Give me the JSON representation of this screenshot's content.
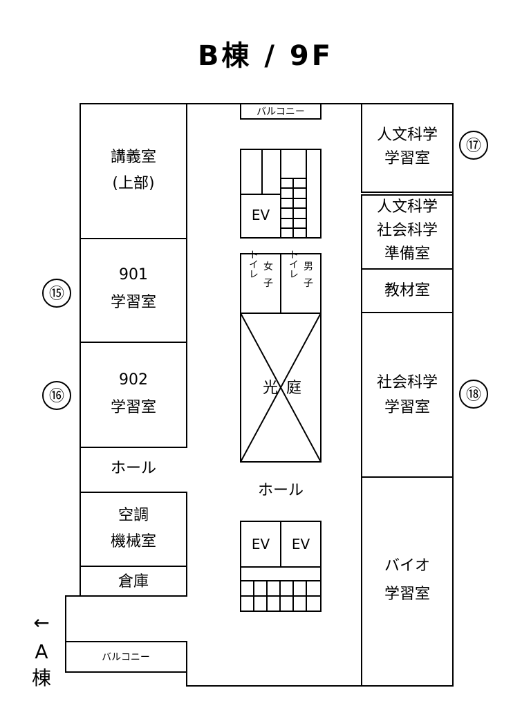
{
  "title": "B棟 / 9F",
  "rooms": {
    "lecture": {
      "line1": "講義室",
      "line2": "(上部)"
    },
    "r901": {
      "line1": "901",
      "line2": "学習室"
    },
    "r902": {
      "line1": "902",
      "line2": "学習室"
    },
    "hall_left": "ホール",
    "aircon": {
      "line1": "空調",
      "line2": "機械室"
    },
    "storage": "倉庫",
    "balcony_top": "バルコニー",
    "balcony_bottom": "バルコニー",
    "ev": "EV",
    "toilet_women": {
      "line1": "女",
      "line2": "子",
      "side": "トイレ"
    },
    "toilet_men": {
      "line1": "男",
      "line2": "子",
      "side": "トイレ"
    },
    "lightwell": {
      "c1": "光",
      "c2": "庭"
    },
    "hall_center": "ホール",
    "humanities": {
      "line1": "人文科学",
      "line2": "学習室"
    },
    "prep": {
      "line1": "人文科学",
      "line2": "社会科学",
      "line3": "準備室"
    },
    "materials": "教材室",
    "social": {
      "line1": "社会科学",
      "line2": "学習室"
    },
    "bio": {
      "line1": "バイオ",
      "line2": "学習室"
    }
  },
  "markers": {
    "m15": "⑮",
    "m16": "⑯",
    "m17": "⑰",
    "m18": "⑱"
  },
  "to_a": {
    "arrow": "←",
    "line1": "A",
    "line2": "棟"
  }
}
